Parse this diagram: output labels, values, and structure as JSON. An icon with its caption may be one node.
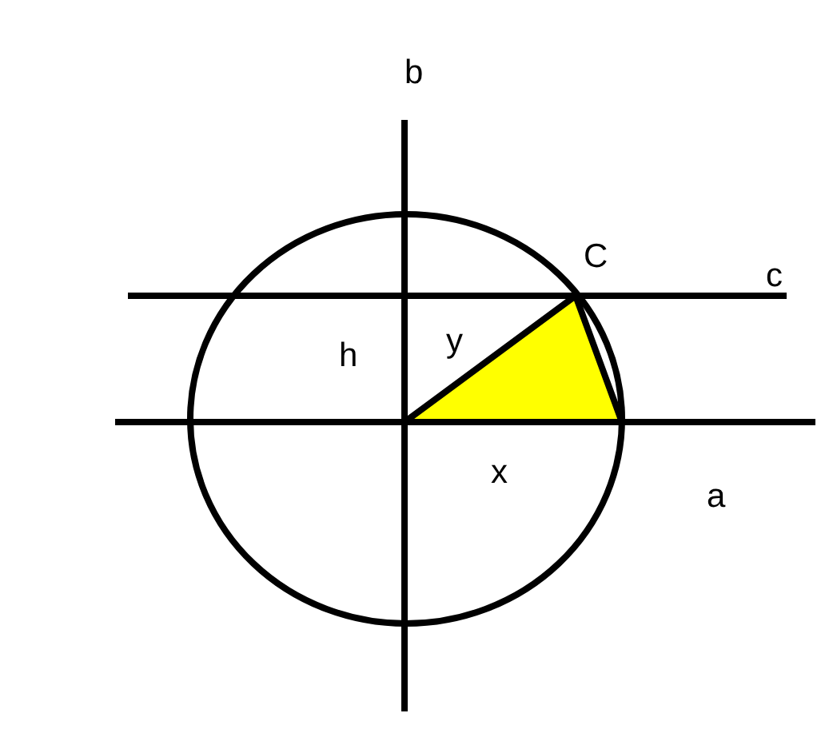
{
  "diagram": {
    "labels": [
      "b",
      "C",
      "c",
      "h",
      "y",
      "x",
      "a"
    ]
  }
}
